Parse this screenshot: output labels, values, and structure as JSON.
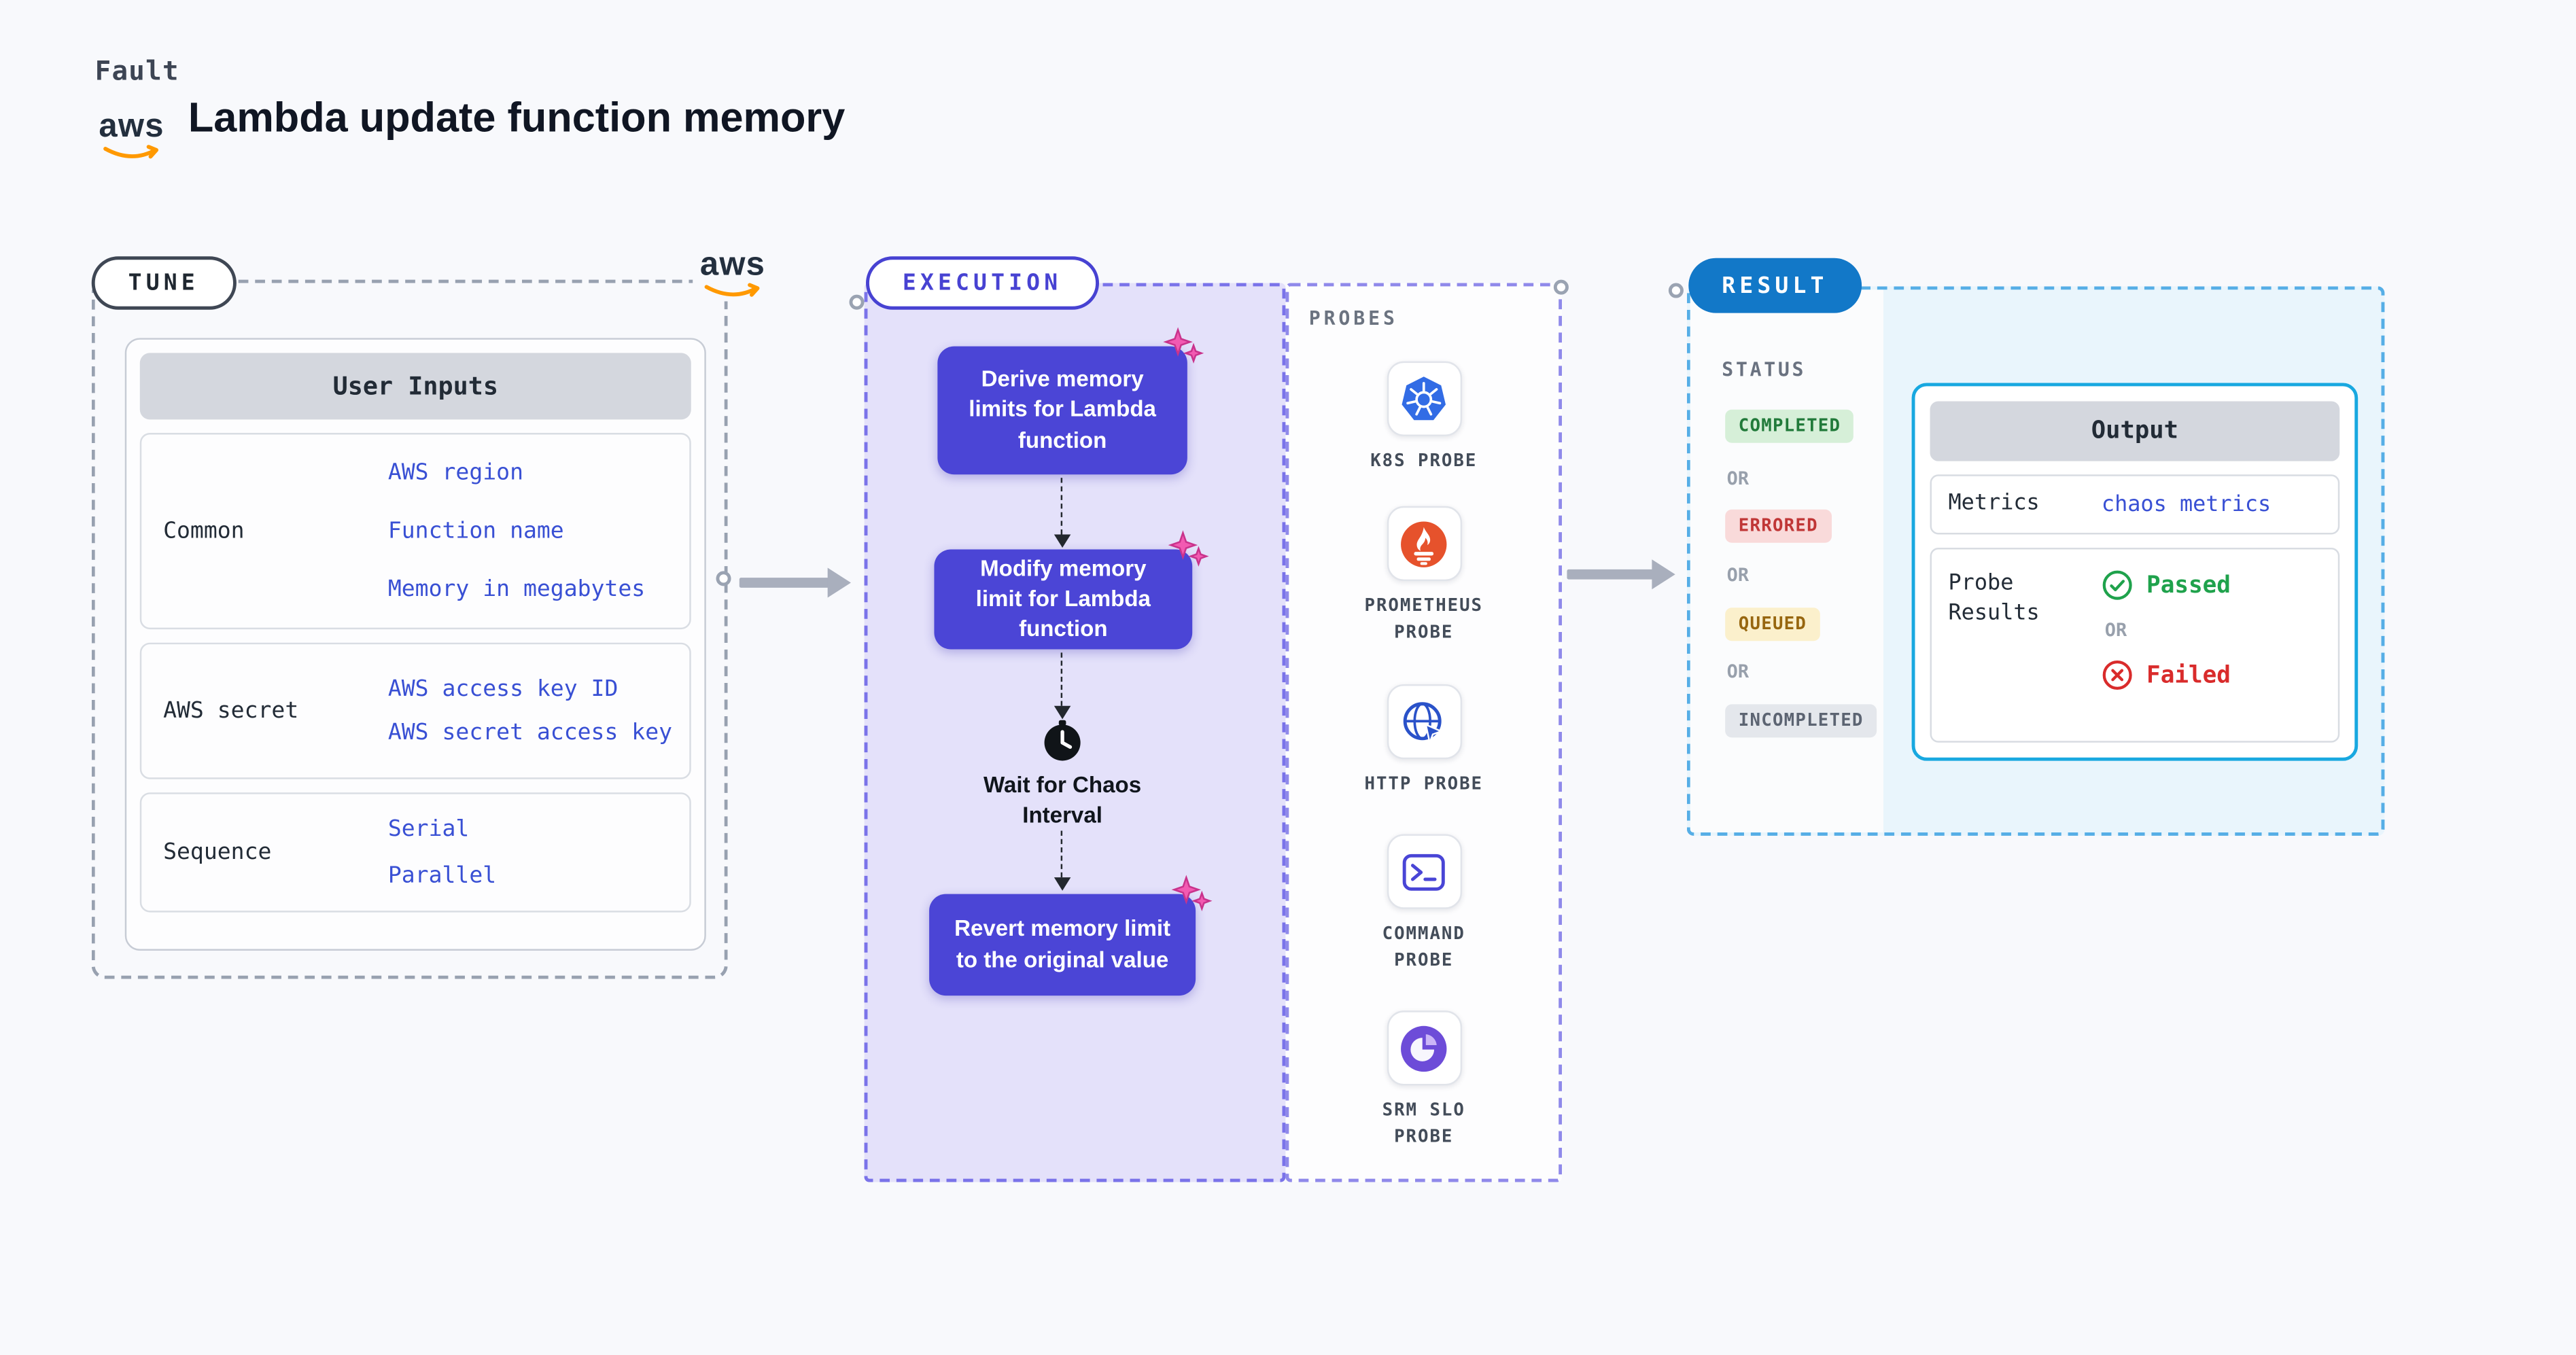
{
  "header": {
    "kicker": "Fault",
    "title": "Lambda update function memory",
    "aws_logo_text": "aws"
  },
  "tune": {
    "pill": "TUNE",
    "aws_logo_text": "aws",
    "table": {
      "header": "User Inputs",
      "rows": [
        {
          "label": "Common",
          "values": [
            "AWS region",
            "Function name",
            "Memory in megabytes"
          ]
        },
        {
          "label": "AWS secret",
          "values": [
            "AWS access key ID",
            "AWS secret access key"
          ]
        },
        {
          "label": "Sequence",
          "values": [
            "Serial",
            "Parallel"
          ]
        }
      ]
    }
  },
  "execution": {
    "pill": "EXECUTION",
    "steps": [
      "Derive memory limits for Lambda function",
      "Modify memory limit for Lambda function",
      "Revert memory limit to the original value"
    ],
    "wait_label": "Wait for Chaos Interval"
  },
  "probes": {
    "title": "PROBES",
    "items": [
      {
        "label": "K8S PROBE",
        "icon": "kubernetes-icon"
      },
      {
        "label": "PROMETHEUS PROBE",
        "icon": "prometheus-icon"
      },
      {
        "label": "HTTP PROBE",
        "icon": "globe-icon"
      },
      {
        "label": "COMMAND PROBE",
        "icon": "terminal-icon"
      },
      {
        "label": "SRM SLO PROBE",
        "icon": "pie-chart-icon"
      }
    ]
  },
  "result": {
    "pill": "RESULT",
    "status_label": "STATUS",
    "or_label": "OR",
    "statuses": [
      {
        "label": "COMPLETED",
        "type": "success"
      },
      {
        "label": "ERRORED",
        "type": "error"
      },
      {
        "label": "QUEUED",
        "type": "warning"
      },
      {
        "label": "INCOMPLETED",
        "type": "neutral"
      }
    ],
    "output": {
      "header": "Output",
      "metrics_label": "Metrics",
      "metrics_value": "chaos metrics",
      "probe_results_label": "Probe Results",
      "passed_label": "Passed",
      "failed_label": "Failed"
    }
  },
  "colors": {
    "page_bg": "#f8f9fc",
    "indigo": "#4b45d6",
    "execution_tint": "#e4e1fa",
    "link_blue": "#3950d4",
    "aws_orange": "#ff9900",
    "result_pill_blue": "#1278c8",
    "output_border": "#18a8e0",
    "success": "#217a3a",
    "error": "#c03636",
    "warning": "#97660f",
    "neutral": "#5c6472",
    "sparkle_pink": "#f25ab2",
    "k8s_blue": "#326ce5",
    "prometheus_orange": "#e6522c",
    "srm_purple": "#6d4cd8"
  }
}
